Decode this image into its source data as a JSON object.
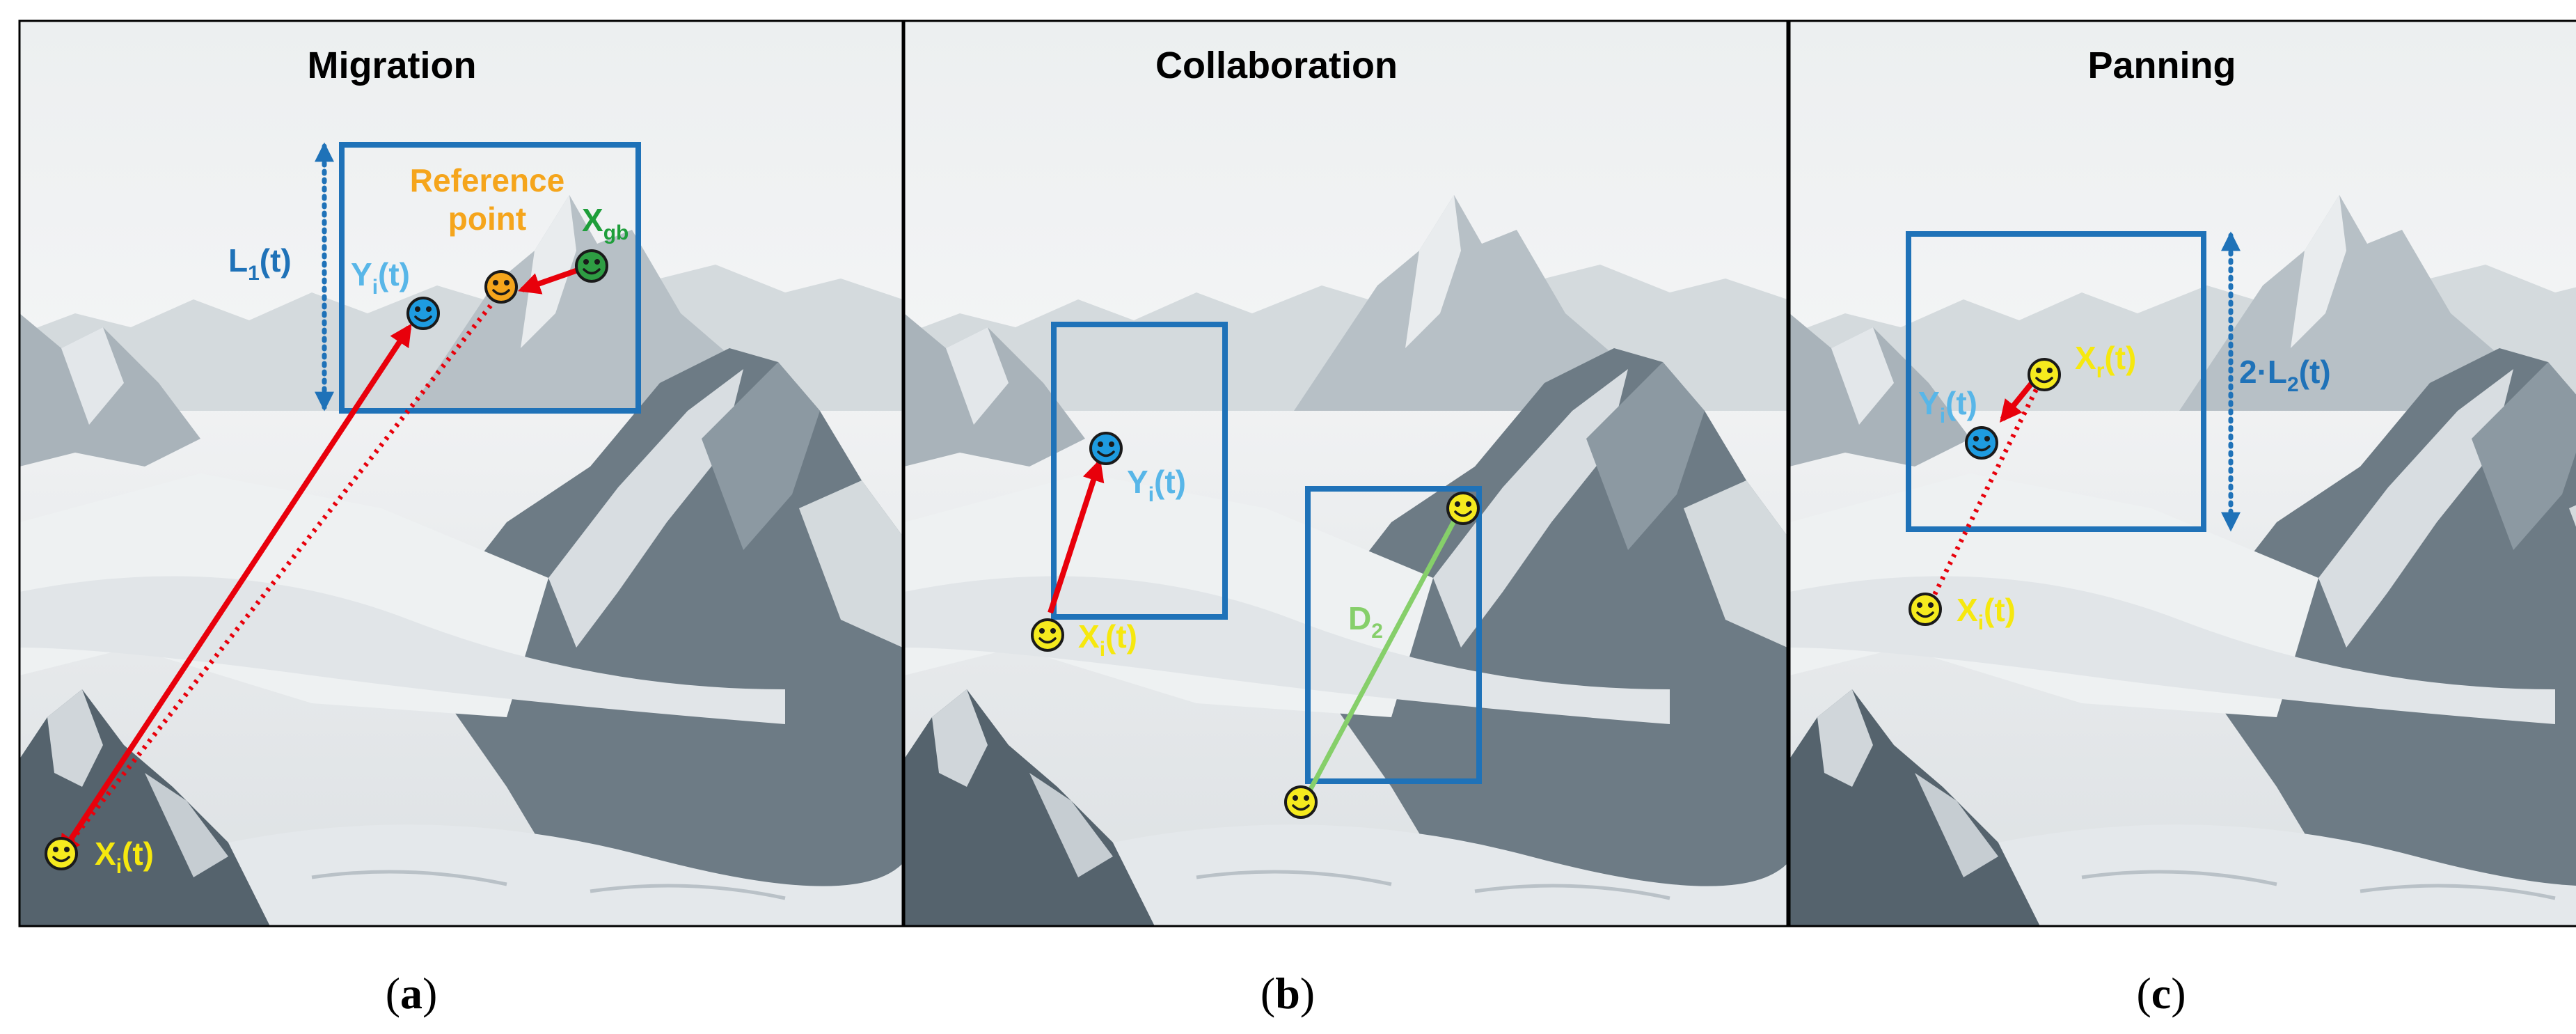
{
  "colors": {
    "box_blue": "#1f72b8",
    "arrow_red": "#e8000b",
    "green_line": "#86cf6a",
    "agent_yellow": "#f5ea1e",
    "agent_blue": "#1e9be0",
    "agent_orange": "#f5a51c",
    "agent_green": "#2e9d43",
    "text_yellow": "#f6e80e",
    "text_orange": "#f5a51c",
    "text_blue_light": "#58b6e8",
    "text_blue_dark": "#1f72b8",
    "text_green": "#1e9e3a",
    "text_green_light": "#86cf6a"
  },
  "icons": [
    "smiley-agent-icon"
  ],
  "panels": [
    {
      "title": "Migration",
      "caption": "a",
      "labels": {
        "reference_line1": "Reference",
        "reference_line2": "point",
        "xgb_main": "X",
        "xgb_sub": "gb",
        "l1_main": "L",
        "l1_sub": "1",
        "l1_tail": "(t)",
        "yi_main": "Y",
        "yi_sub": "i",
        "yi_tail": "(t)",
        "xi_main": "X",
        "xi_sub": "i",
        "xi_tail": "(t)"
      }
    },
    {
      "title": "Collaboration",
      "caption": "b",
      "labels": {
        "yi_main": "Y",
        "yi_sub": "i",
        "yi_tail": "(t)",
        "xi_main": "X",
        "xi_sub": "i",
        "xi_tail": "(t)",
        "d2_main": "D",
        "d2_sub": "2"
      }
    },
    {
      "title": "Panning",
      "caption": "c",
      "labels": {
        "xr_main": "X",
        "xr_sub": "r",
        "xr_tail": "(t)",
        "yi_main": "Y",
        "yi_sub": "i",
        "yi_tail": "(t)",
        "xi_main": "X",
        "xi_sub": "i",
        "xi_tail": "(t)",
        "l2_prefix": "2·L",
        "l2_sub": "2",
        "l2_tail": "(t)"
      }
    }
  ]
}
